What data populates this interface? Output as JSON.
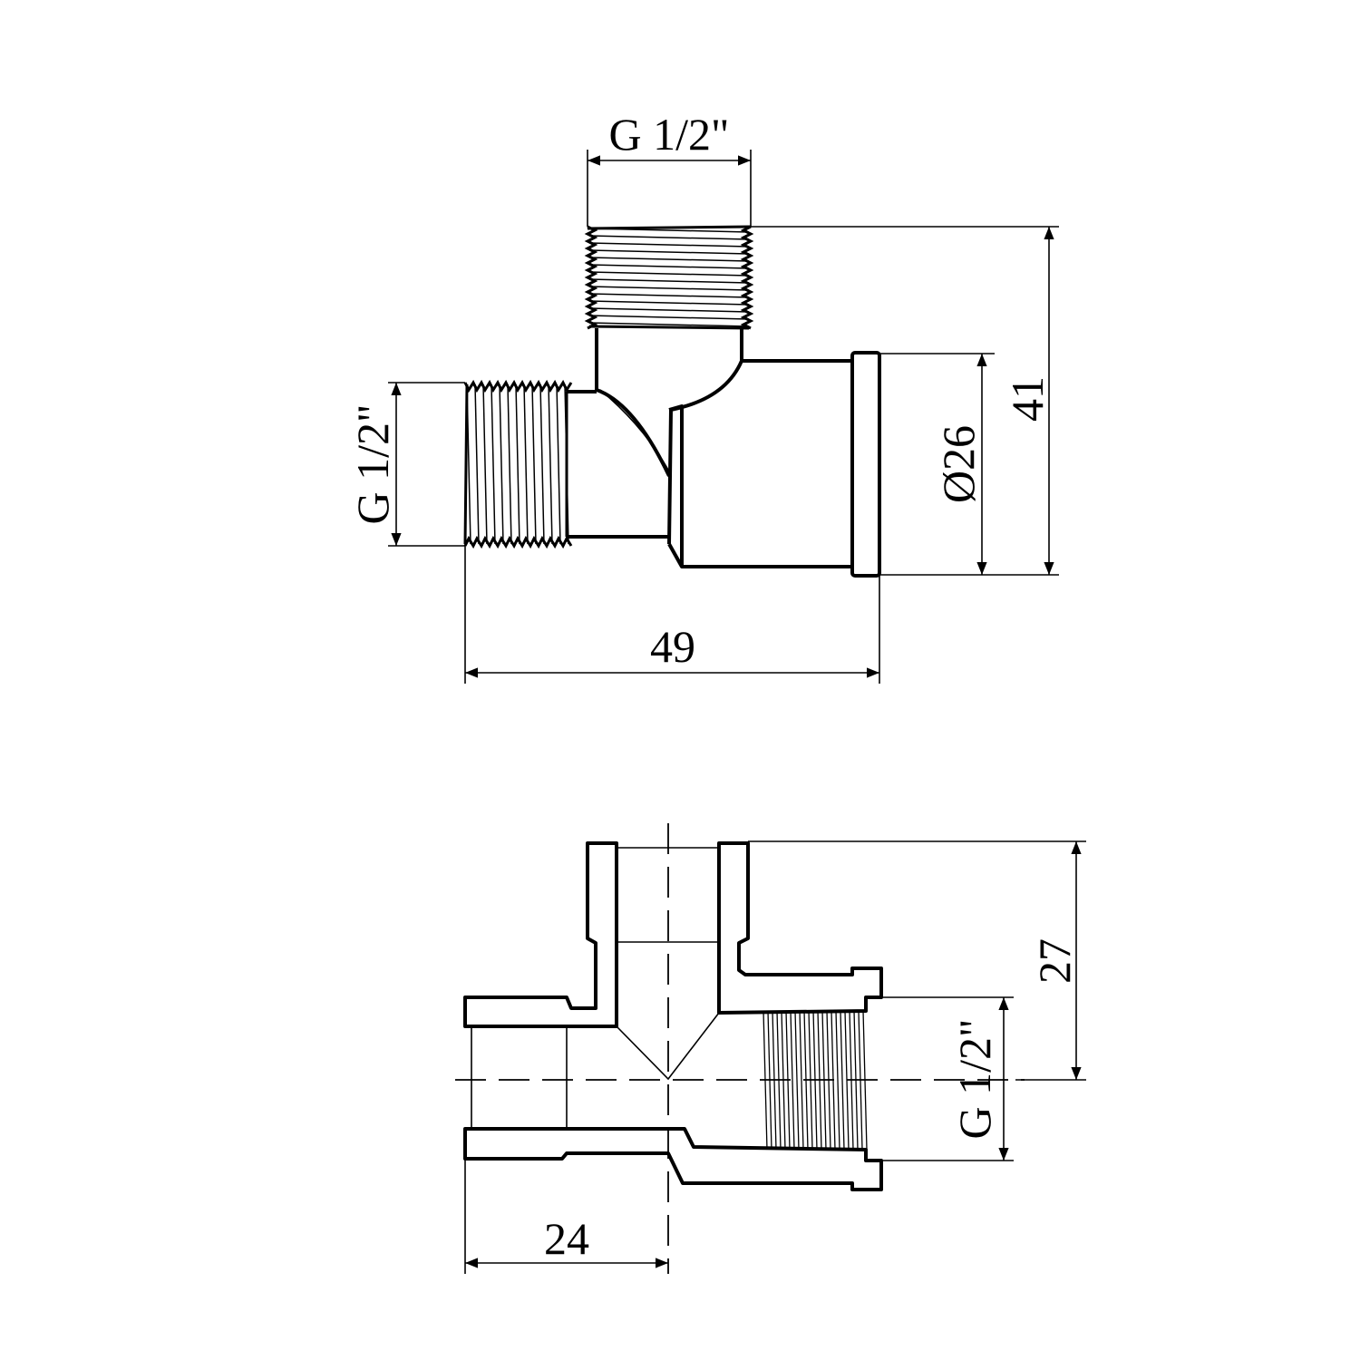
{
  "drawing": {
    "top_view": {
      "top_thread_label": "G 1/2\"",
      "left_thread_label": "G 1/2\"",
      "diameter_label": "Ø26",
      "height_label": "41",
      "length_label": "49"
    },
    "section_view": {
      "height_label": "27",
      "thread_label": "G 1/2\"",
      "offset_label": "24"
    },
    "colors": {
      "line": "#000000",
      "background": "#ffffff"
    }
  }
}
